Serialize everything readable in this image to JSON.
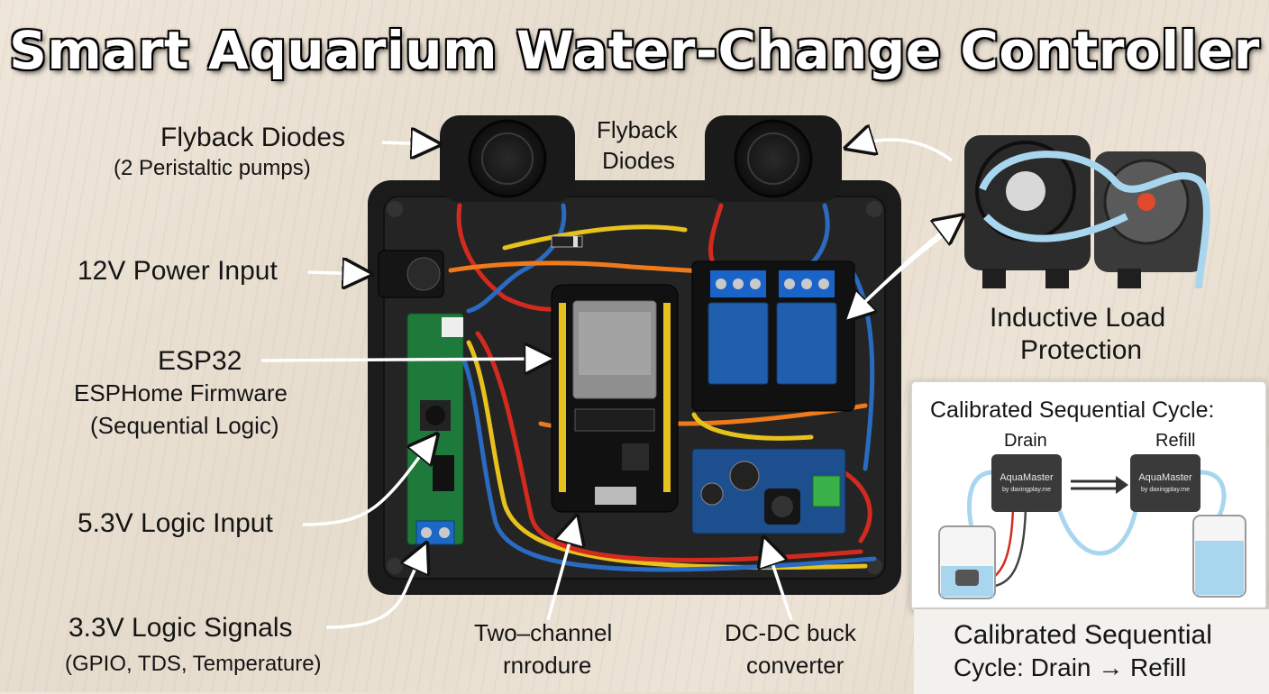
{
  "title": "Smart Aquarium Water-Change Controller",
  "labels": {
    "flyback_left": "Flyback Diodes",
    "flyback_left_sub": "(2 Peristaltic pumps)",
    "flyback_right_line1": "Flyback",
    "flyback_right_line2": "Diodes",
    "power_input": "12V Power Input",
    "esp32": "ESP32",
    "esphome_line1": "ESPHome Firmware",
    "esphome_line2": "(Sequential Logic)",
    "logic_5v": "5.3V Logic Input",
    "logic_33v": "3.3V Logic Signals",
    "logic_33v_sub": "(GPIO, TDS, Temperature)",
    "relay_line1": "Two–channel",
    "relay_line2": "rnrodure",
    "buck_line1": "DC-DC buck",
    "buck_line2": "converter",
    "inductive_line1": "Inductive Load",
    "inductive_line2": "Protection"
  },
  "inset": {
    "heading": "Calibrated Sequential Cycle:",
    "drain": "Drain",
    "refill": "Refill",
    "module_name": "AquaMaster",
    "module_sub": "by daxingplay.me"
  },
  "caption": {
    "line1": "Calibrated Sequential",
    "line2": "Cycle: Drain → Refill"
  },
  "icons": [
    "pump-icon",
    "arrow-icon",
    "relay-icon",
    "esp32-board-icon",
    "buck-converter-icon",
    "water-container-icon"
  ],
  "colors": {
    "enclosure": "#1c1c1c",
    "relay_blue": "#1f5fae",
    "pcb_green": "#1e7a3a",
    "wire_red": "#d32a1f",
    "wire_blue": "#2a6bc2",
    "wire_yellow": "#e8c21c",
    "wire_orange": "#ee7a1c",
    "water": "#a9d6ef"
  }
}
